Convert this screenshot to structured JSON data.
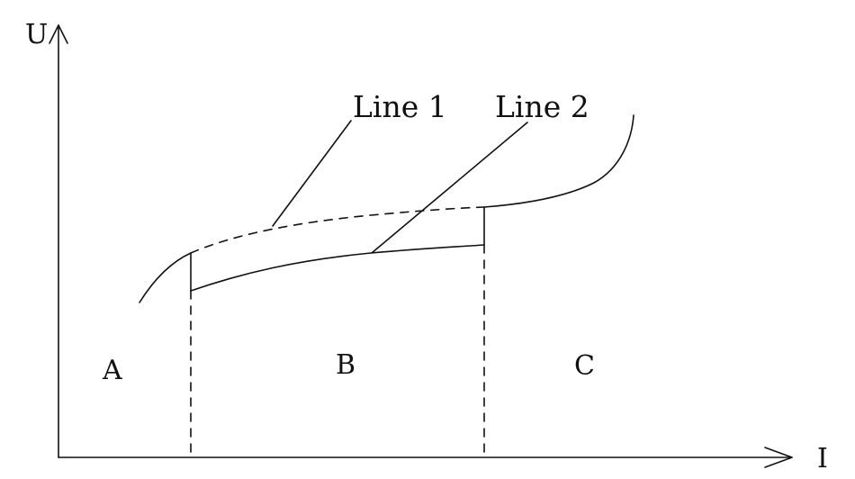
{
  "axes": {
    "y_label": "U",
    "x_label": "I"
  },
  "callouts": {
    "line1": "Line 1",
    "line2": "Line 2"
  },
  "regions": {
    "a": "A",
    "b": "B",
    "c": "C"
  },
  "colors": {
    "ink": "#111111",
    "background": "#ffffff"
  }
}
